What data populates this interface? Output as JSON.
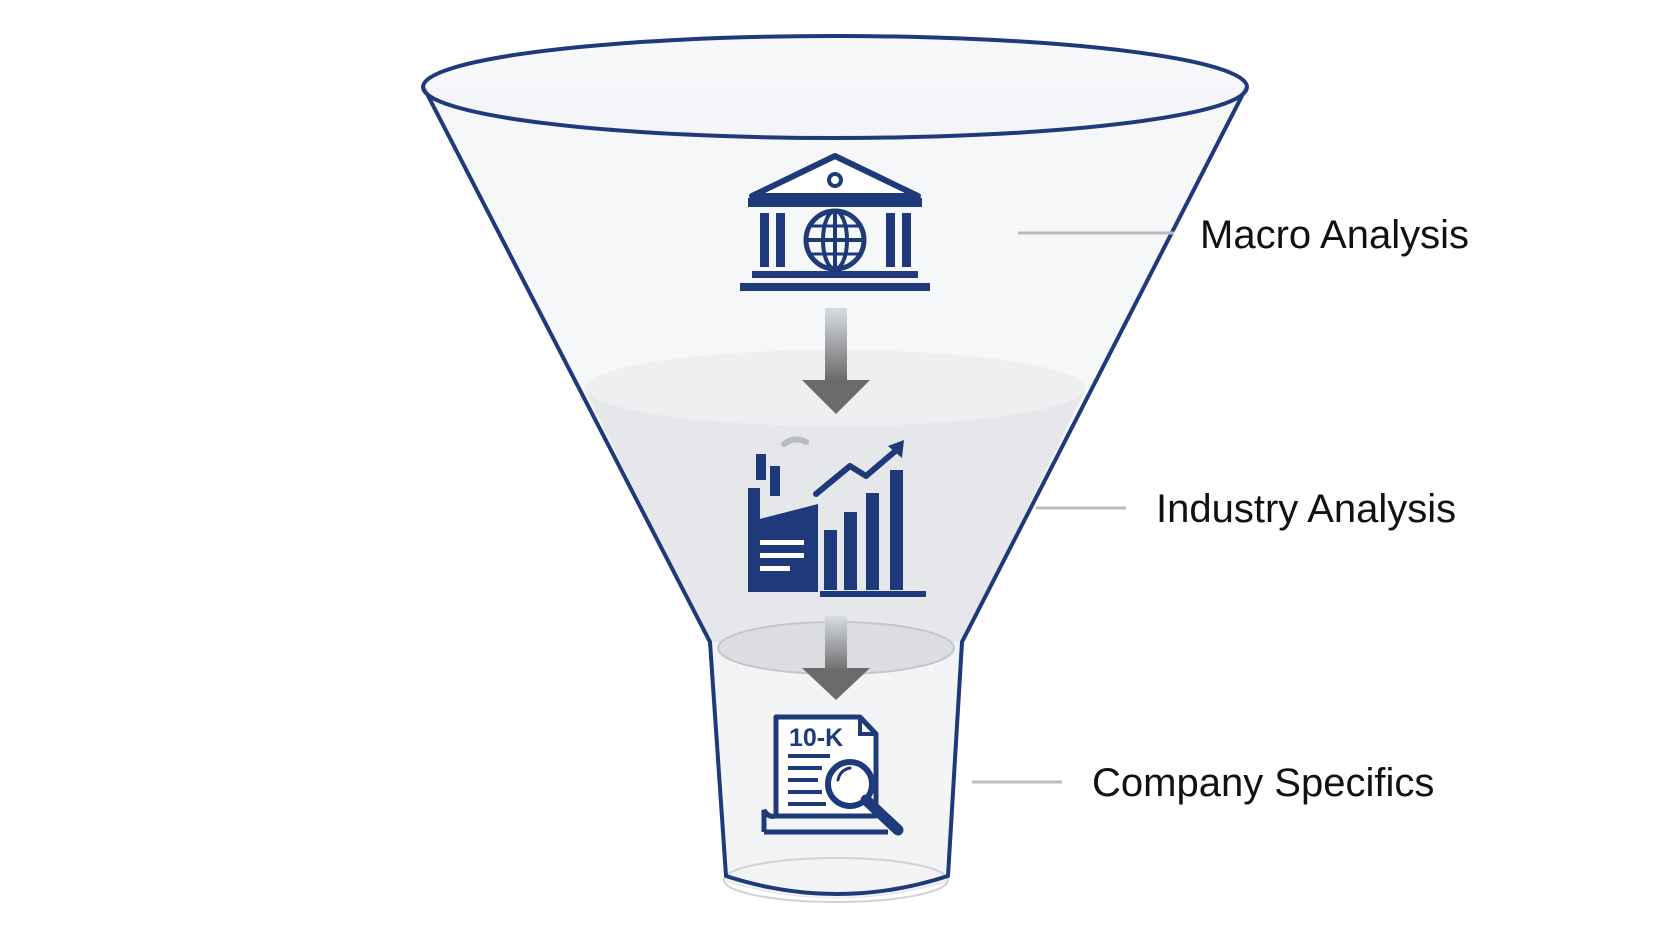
{
  "diagram": {
    "type": "funnel",
    "stages": [
      {
        "label": "Macro Analysis",
        "icon": "bank-globe-icon"
      },
      {
        "label": "Industry Analysis",
        "icon": "factory-chart-icon"
      },
      {
        "label": "Company Specifics",
        "icon": "document-magnifier-icon"
      }
    ],
    "document_icon_text": "10-K",
    "colors": {
      "outline": "#1f3a7a",
      "icon": "#1f3a7a",
      "arrow": "#6b6b6b",
      "leader": "#bcbcbc",
      "funnel_fill": "#f4f6f9",
      "band_fill": "#e6e7ea"
    }
  }
}
